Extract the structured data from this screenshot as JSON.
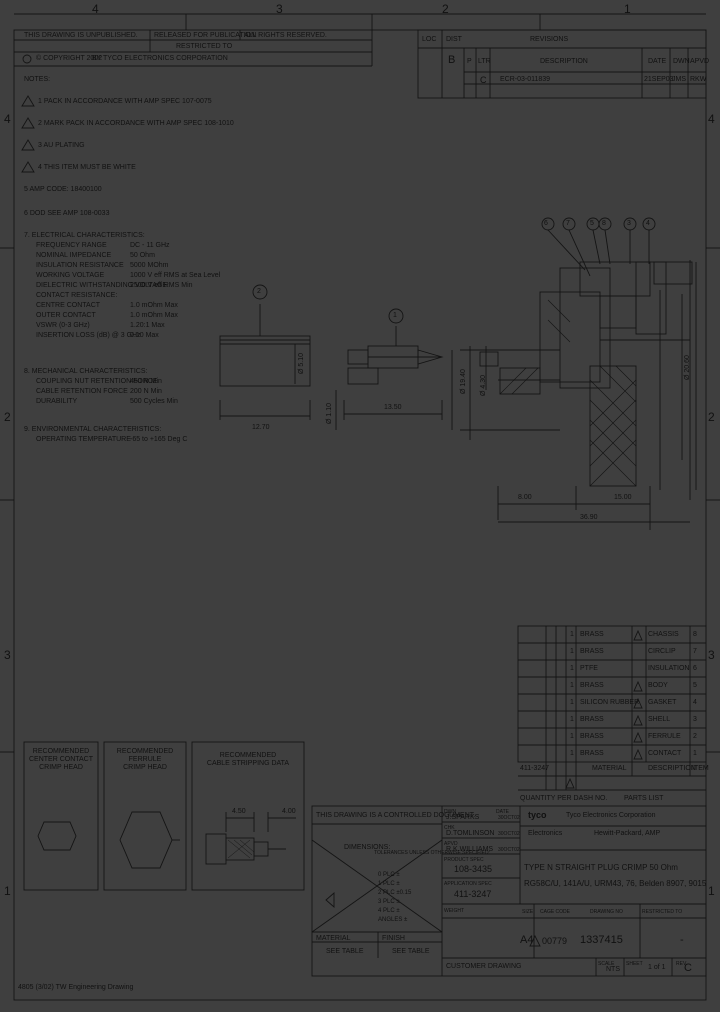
{
  "zones": {
    "top": [
      "4",
      "3",
      "2",
      "1"
    ],
    "left": [
      "4",
      "3",
      "2",
      "1"
    ],
    "right": [
      "4",
      "3",
      "2",
      "1"
    ]
  },
  "header": {
    "copyright": "THIS DRAWING IS UNPUBLISHED.",
    "rights": "ALL RIGHTS RESERVED.",
    "restricted": "RESTRICTED TO",
    "released": "RELEASED FOR PUBLICATION",
    "copyright_no": "© COPYRIGHT 2002",
    "company_line": "BY TYCO ELECTRONICS CORPORATION"
  },
  "revisions": {
    "title": "REVISIONS",
    "lo": "LOC",
    "dist": "DIST",
    "dist_letter": "B",
    "col_p": "P",
    "col_ltr": "LTR",
    "col_desc": "DESCRIPTION",
    "col_date": "DATE",
    "col_dwn": "DWN",
    "col_apvd": "APVD",
    "row_ltr": "C",
    "row_desc": "ECR-03-011839",
    "row_date": "21SEP03",
    "row_dwn": "JMS",
    "row_apvd": "RKW"
  },
  "notes": {
    "heading": "NOTES:",
    "items": [
      "1  PACK IN ACCORDANCE WITH AMP SPEC 107-0075",
      "2  MARK PACK IN ACCORDANCE WITH AMP SPEC 108-1010",
      "3  AU PLATING",
      "4  THIS ITEM MUST BE WHITE",
      "5  AMP CODE: 18400100",
      "6  DOD SEE AMP 108-0033"
    ],
    "elec_heading": "7.  ELECTRICAL CHARACTERISTICS:",
    "elec": [
      [
        "FREQUENCY RANGE",
        "DC - 11 GHz"
      ],
      [
        "NOMINAL IMPEDANCE",
        "50 Ohm"
      ],
      [
        "INSULATION RESISTANCE",
        "5000 MOhm"
      ],
      [
        "WORKING VOLTAGE",
        "1000 V eff RMS at Sea Level"
      ],
      [
        "DIELECTRIC WITHSTANDING VOLTAGE",
        "2500 V eff RMS Min"
      ],
      [
        "CONTACT RESISTANCE:",
        ""
      ],
      [
        "CENTRE CONTACT",
        "1.0 mOhm Max"
      ],
      [
        "OUTER CONTACT",
        "1.0 mOhm Max"
      ],
      [
        "VSWR (0-3 GHz)",
        "1.20:1 Max"
      ],
      [
        "INSERTION LOSS (dB) @ 3 GHz",
        "0.10 Max"
      ]
    ],
    "mech_heading": "8.  MECHANICAL CHARACTERISTICS:",
    "mech": [
      [
        "COUPLING NUT RETENTION FORCE",
        "450 N Min"
      ],
      [
        "CABLE RETENTION FORCE",
        "200 N Min"
      ],
      [
        "DURABILITY",
        "500 Cycles Min"
      ]
    ],
    "env_heading": "9.  ENVIRONMENTAL CHARACTERISTICS:",
    "env": [
      [
        "OPERATING TEMPERATURE",
        "-65 to +165 Deg C"
      ]
    ]
  },
  "drawing": {
    "balloons_main": [
      "6",
      "7",
      "5",
      "8",
      "3",
      "4"
    ],
    "balloon_left": "2",
    "balloon_mid": "1",
    "dim_12_70": "12.70",
    "dim_13_50": "13.50",
    "dim_5_10": "Ø 5.10",
    "dim_1_10": "Ø 1.10",
    "dim_19_40": "Ø 19.40",
    "dim_20_60": "Ø 20.60",
    "dim_8_00": "8.00",
    "dim_15_00": "15.00",
    "dim_36_90": "36.90",
    "dim_small": "Ø 4.30"
  },
  "parts_list": {
    "rows": [
      {
        "qty": "1",
        "mat": "BRASS",
        "desc": "CHASSIS",
        "item": "8"
      },
      {
        "qty": "1",
        "mat": "BRASS",
        "desc": "CIRCLIP",
        "item": "7"
      },
      {
        "qty": "1",
        "mat": "PTFE",
        "desc": "INSULATION",
        "item": "6"
      },
      {
        "qty": "1",
        "mat": "BRASS",
        "desc": "BODY",
        "item": "5"
      },
      {
        "qty": "1",
        "mat": "SILICON RUBBER",
        "desc": "GASKET",
        "item": "4"
      },
      {
        "qty": "1",
        "mat": "BRASS",
        "desc": "SHELL",
        "item": "3"
      },
      {
        "qty": "1",
        "mat": "BRASS",
        "desc": "FERRULE",
        "item": "2"
      },
      {
        "qty": "1",
        "mat": "BRASS",
        "desc": "CONTACT",
        "item": "1"
      }
    ],
    "footer_part": "411-3247",
    "footer_material": "MATERIAL",
    "footer_desc": "DESCRIPTION",
    "footer_item": "ITEM",
    "qty_per_dash": "QUANTITY PER DASH NO.",
    "parts_list_label": "PARTS LIST"
  },
  "boxes": {
    "box1_title": "RECOMMENDED\nCENTER CONTACT\nCRIMP HEAD",
    "box2_title": "RECOMMENDED\nFERRULE\nCRIMP HEAD",
    "box3_title": "RECOMMENDED\nCABLE STRIPPING DATA",
    "box3_dims": [
      "4.50",
      "4.00"
    ]
  },
  "title_block": {
    "controlled": "THIS DRAWING IS A CONTROLLED DOCUMENT.",
    "dimensions": "DIMENSIONS:",
    "tolerances": "TOLERANCES UNLESS OTHERWISE SPECIFIED:",
    "tol_lines": [
      "0 PLC ±",
      "1 PLC ±",
      "2 PLC ±0.15",
      "3 PLC ±",
      "4 PLC ±",
      "ANGLES ±"
    ],
    "dwn_label": "DWN",
    "dwn": "J.SPARKS",
    "chk_label": "CHK",
    "chk": "D.TOMLINSON",
    "appvd_label": "APVD",
    "appvd": "R.K.WILLIAMS",
    "prod_spec_label": "PRODUCT SPEC",
    "prod_spec": "108-3435",
    "app_spec_label": "APPLICATION SPEC",
    "app_spec": "411-3247",
    "weight_label": "WEIGHT",
    "material_label": "MATERIAL",
    "material": "SEE TABLE",
    "finish_label": "FINISH",
    "finish": "SEE TABLE",
    "date_label": "DATE",
    "date1": "30OCT02",
    "date2": "30OCT02",
    "date3": "30OCT02",
    "company": "tyco",
    "electronics": "Electronics",
    "company_full": "Tyco Electronics Corporation",
    "company_sub": "Hewitt-Packard, AMP",
    "product_title": "TYPE N STRAIGHT PLUG CRIMP 50 Ohm",
    "product_title2": "RG58C/U, 141A/U, URM43, 76, Belden 8907, 9015",
    "size_label": "SIZE",
    "cage_label": "CAGE CODE",
    "dwg_label": "DRAWING NO",
    "rsz_label": "RESTRICTED TO",
    "size": "A4",
    "cage": "00779",
    "drawing_no": "1337415",
    "restricted_val": "-",
    "scale_label": "SCALE",
    "scale": "NTS",
    "sheet_label": "SHEET",
    "sheet": "1 of 1",
    "rev_label": "REV",
    "rev": "C",
    "customer_drawing": "CUSTOMER DRAWING"
  },
  "footer": "4805 (3/02) TW Engineering Drawing"
}
